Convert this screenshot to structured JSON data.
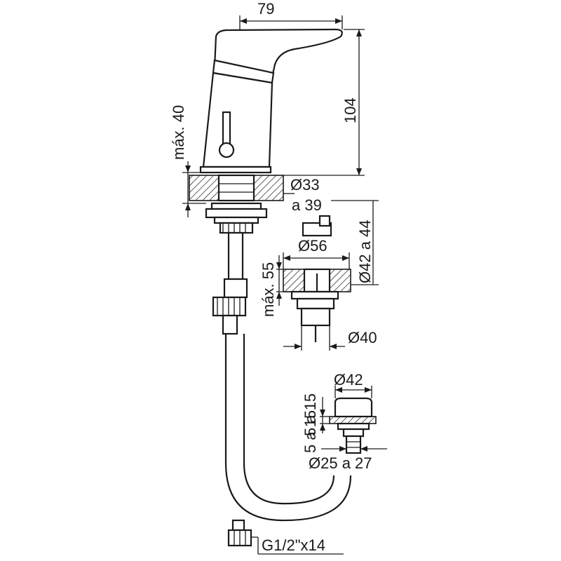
{
  "diagram": {
    "dimensions": {
      "width_top": "79",
      "height_total": "104",
      "max_thickness": "máx. 40",
      "hole_diameter": "Ø33",
      "hole_range": "a 39",
      "basin_diameter": "Ø56",
      "basin_range": "Ø42 a 44",
      "basin_max": "máx. 55",
      "waste_diameter": "Ø40",
      "trap_diameter": "Ø42",
      "trap_height": "5 a 15",
      "trap_lower": "5 a 15",
      "outlet_range": "Ø25 a 27",
      "connection": "G1/2\"x14"
    }
  }
}
